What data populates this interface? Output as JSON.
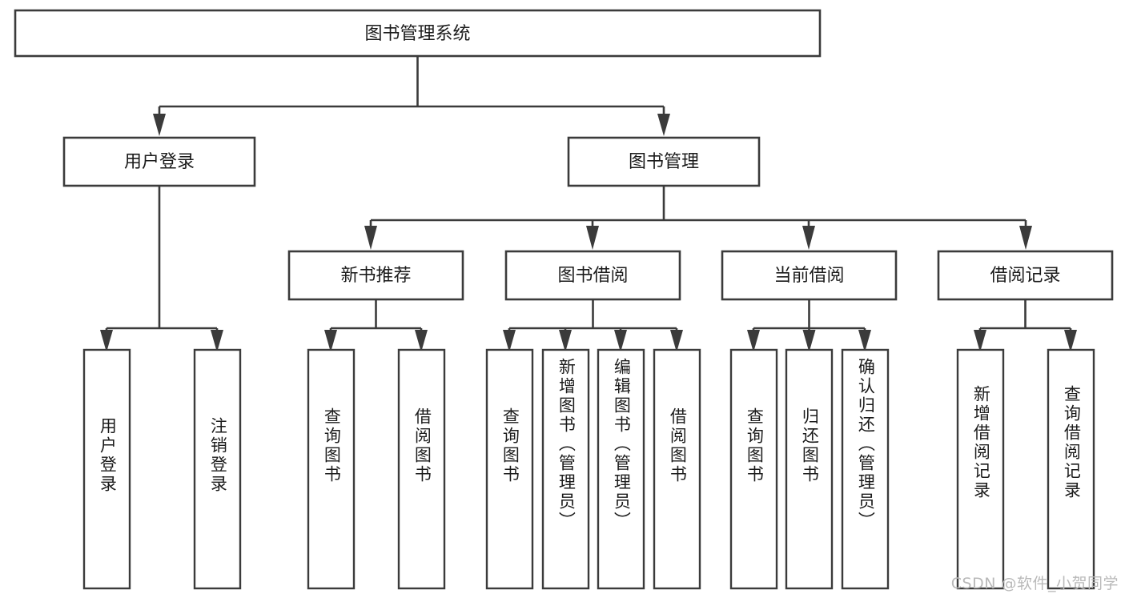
{
  "diagram": {
    "title": "图书管理系统",
    "type": "tree",
    "watermark": "CSDN @软件_小贺同学",
    "colors": {
      "stroke": "#3b3b3b",
      "fill": "#ffffff",
      "text": "#1b1b1b",
      "watermark": "#b9b9b9",
      "background": "#ffffff"
    },
    "root": {
      "label": "图书管理系统"
    },
    "level2": [
      {
        "label": "用户登录"
      },
      {
        "label": "图书管理"
      }
    ],
    "level3": [
      {
        "label": "新书推荐"
      },
      {
        "label": "图书借阅"
      },
      {
        "label": "当前借阅"
      },
      {
        "label": "借阅记录"
      }
    ],
    "leaves": {
      "user_login": [
        {
          "label": "用户登录"
        },
        {
          "label": "注销登录"
        }
      ],
      "new_book": [
        {
          "label": "查询图书"
        },
        {
          "label": "借阅图书"
        }
      ],
      "book_borrow": [
        {
          "label": "查询图书"
        },
        {
          "label": "新增图书（管理员）"
        },
        {
          "label": "编辑图书（管理员）"
        },
        {
          "label": "借阅图书"
        }
      ],
      "current_borrow": [
        {
          "label": "查询图书"
        },
        {
          "label": "归还图书"
        },
        {
          "label": "确认归还（管理员）"
        }
      ],
      "borrow_record": [
        {
          "label": "新增借阅记录"
        },
        {
          "label": "查询借阅记录"
        }
      ]
    }
  }
}
